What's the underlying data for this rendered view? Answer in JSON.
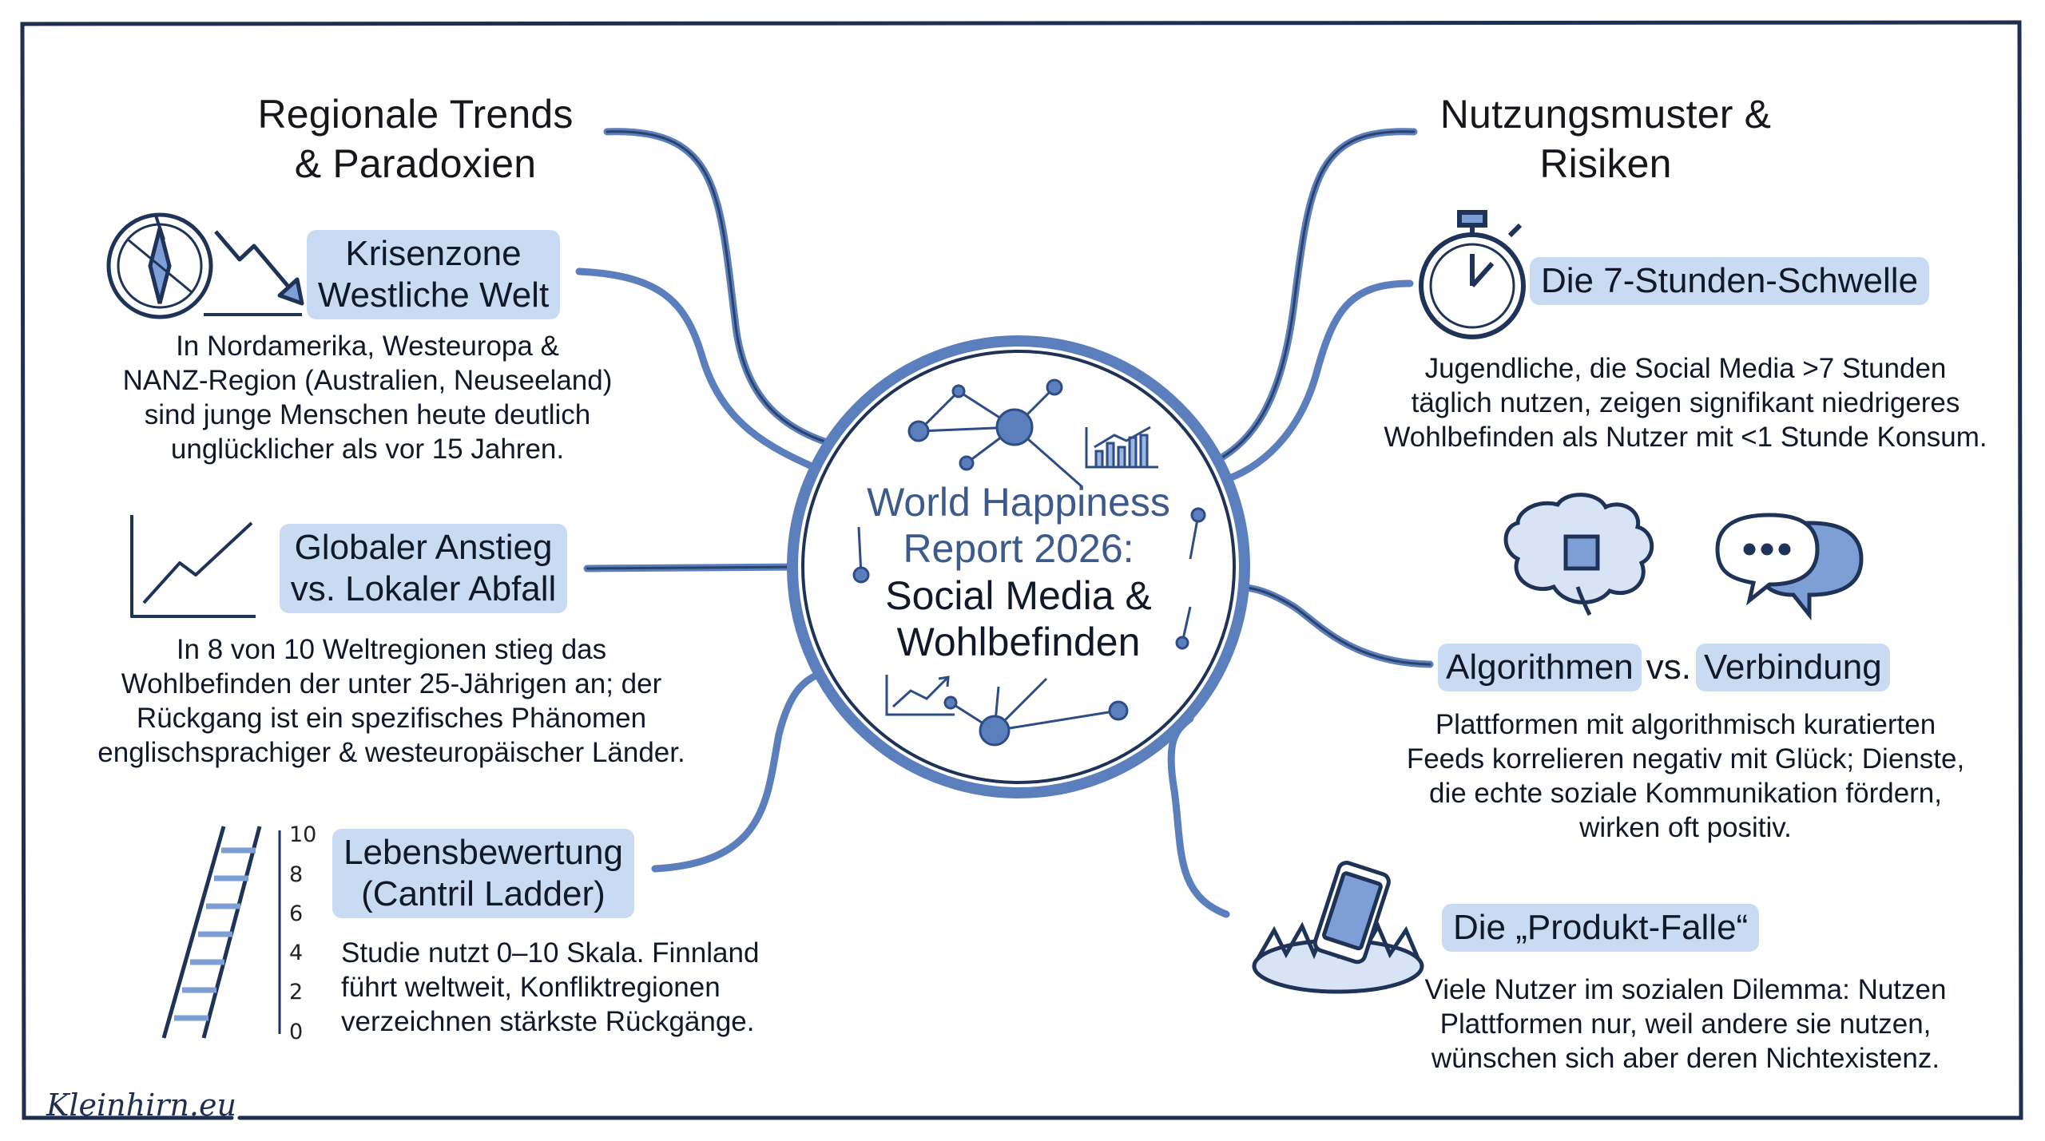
{
  "hub": {
    "title": "World Happiness\nReport 2026:",
    "subtitle": "Social Media &\nWohlbefinden"
  },
  "left": {
    "heading": "Regionale Trends\n& Paradoxien",
    "items": [
      {
        "label": "Krisenzone\nWestliche Welt",
        "text": "In Nordamerika, Westeuropa &\nNANZ-Region (Australien, Neuseeland)\nsind junge Menschen heute deutlich\nunglücklicher als vor 15 Jahren.",
        "icon": "compass-decline-icon"
      },
      {
        "label": "Globaler Anstieg\nvs. Lokaler Abfall",
        "text": "In 8 von 10 Weltregionen stieg das\nWohlbefinden der unter 25-Jährigen an; der\nRückgang ist ein spezifisches Phänomen\nenglischsprachiger & westeuropäischer Länder.",
        "icon": "trend-chart-icon"
      },
      {
        "label": "Lebensbewertung\n(Cantril Ladder)",
        "text": "Studie nutzt 0–10 Skala. Finnland\nführt weltweit, Konfliktregionen\nverzeichnen stärkste Rückgänge.",
        "icon": "ladder-icon",
        "scale": [
          "10",
          "8",
          "6",
          "4",
          "2",
          "0"
        ]
      }
    ]
  },
  "right": {
    "heading": "Nutzungsmuster &\nRisiken",
    "items": [
      {
        "label": "Die 7-Stunden-Schwelle",
        "text": "Jugendliche, die Social Media >7 Stunden\ntäglich nutzen, zeigen signifikant niedrigeres\nWohlbefinden als Nutzer mit <1 Stunde Konsum.",
        "icon": "stopwatch-icon"
      },
      {
        "label_a": "Algorithmen",
        "label_vs": "vs.",
        "label_b": "Verbindung",
        "text": "Plattformen mit algorithmisch kuratierten\nFeeds korrelieren negativ mit Glück; Dienste,\ndie echte soziale Kommunikation fördern,\nwirken oft positiv.",
        "icon": "brain-chip-icon"
      },
      {
        "label": "Die „Produkt-Falle“",
        "text": "Viele Nutzer im sozialen Dilemma: Nutzen\nPlattformen nur, weil andere sie nutzen,\nwünschen sich aber deren Nichtexistenz.",
        "icon": "phone-trap-icon"
      }
    ]
  },
  "footer": {
    "brand": "Kleinhirn.eu"
  },
  "colors": {
    "frame": "#1f2f52",
    "branch": "#5b7fbd",
    "pill": "#c9dbf2",
    "hub_title": "#3c5a8c"
  }
}
